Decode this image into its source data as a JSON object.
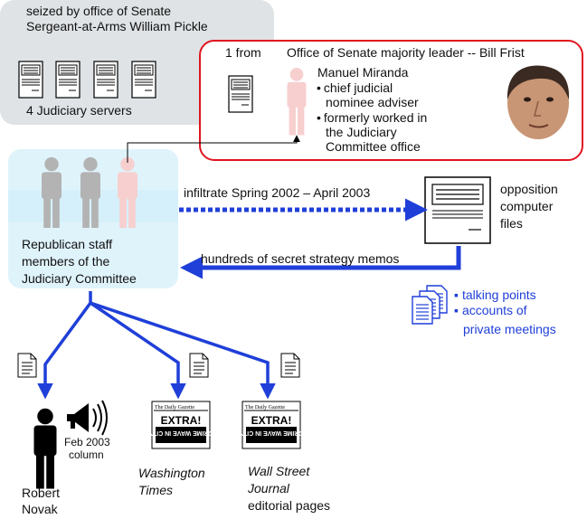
{
  "seized": {
    "line1": "seized by office of Senate",
    "line2": "Sergeant-at-Arms William Pickle",
    "servers_label": "4 Judiciary servers"
  },
  "frist": {
    "header": "Office of Senate majority leader -- Bill Frist",
    "one_from": "1 from",
    "person": "Manuel Miranda",
    "bullets": [
      "chief judicial",
      "nominee adviser",
      "formerly worked in",
      "the Judiciary",
      "Committee office"
    ]
  },
  "staff": {
    "line1": "Republican staff",
    "line2": "members of the",
    "line3": "Judiciary Committee"
  },
  "flows": {
    "infiltrate": "infiltrate Spring 2002 – April 2003",
    "memos": "hundreds of secret strategy memos"
  },
  "opposition": {
    "line1": "opposition",
    "line2": "computer",
    "line3": "files"
  },
  "memo_contents": {
    "line1": "talking points",
    "line2": "accounts of",
    "line3": "private meetings"
  },
  "recipients": {
    "novak_1": "Robert",
    "novak_2": "Novak",
    "novak_note_1": "Feb 2003",
    "novak_note_2": "column",
    "wt_1": "Washington",
    "wt_2": "Times",
    "wsj_1": "Wall Street",
    "wsj_2": "Journal",
    "wsj_3": "editorial pages"
  },
  "newspaper": {
    "masthead": "The Daily Gazette",
    "headline": "EXTRA!",
    "subhead": "CRIME WAVE IN CITY"
  },
  "colors": {
    "arrow_blue": "#1f3fd8",
    "frist_border": "#e0141e",
    "seized_bg": "#dfe3e6",
    "staff_bg": "#dff3fb",
    "staff_gray": "#b3b3b3",
    "staff_pink": "#f7cfcf"
  }
}
